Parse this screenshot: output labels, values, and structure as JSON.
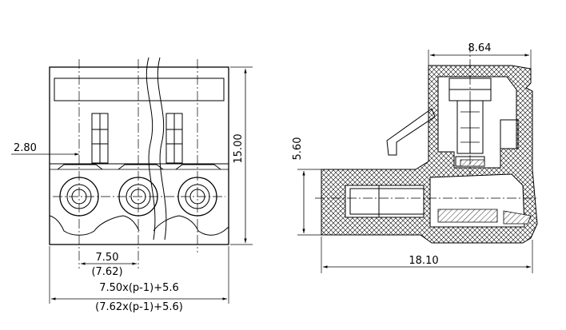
{
  "front_view": {
    "dim_pitch_left": "2.80",
    "dim_height": "15.00",
    "dim_pitch": "7.50",
    "dim_pitch_alt": "(7.62)",
    "dim_width_formula": "7.50x(p-1)+5.6",
    "dim_width_formula_alt": "(7.62x(p-1)+5.6)"
  },
  "side_view": {
    "dim_top_width": "8.64",
    "dim_pin_height": "5.60",
    "dim_total_length": "18.10"
  }
}
